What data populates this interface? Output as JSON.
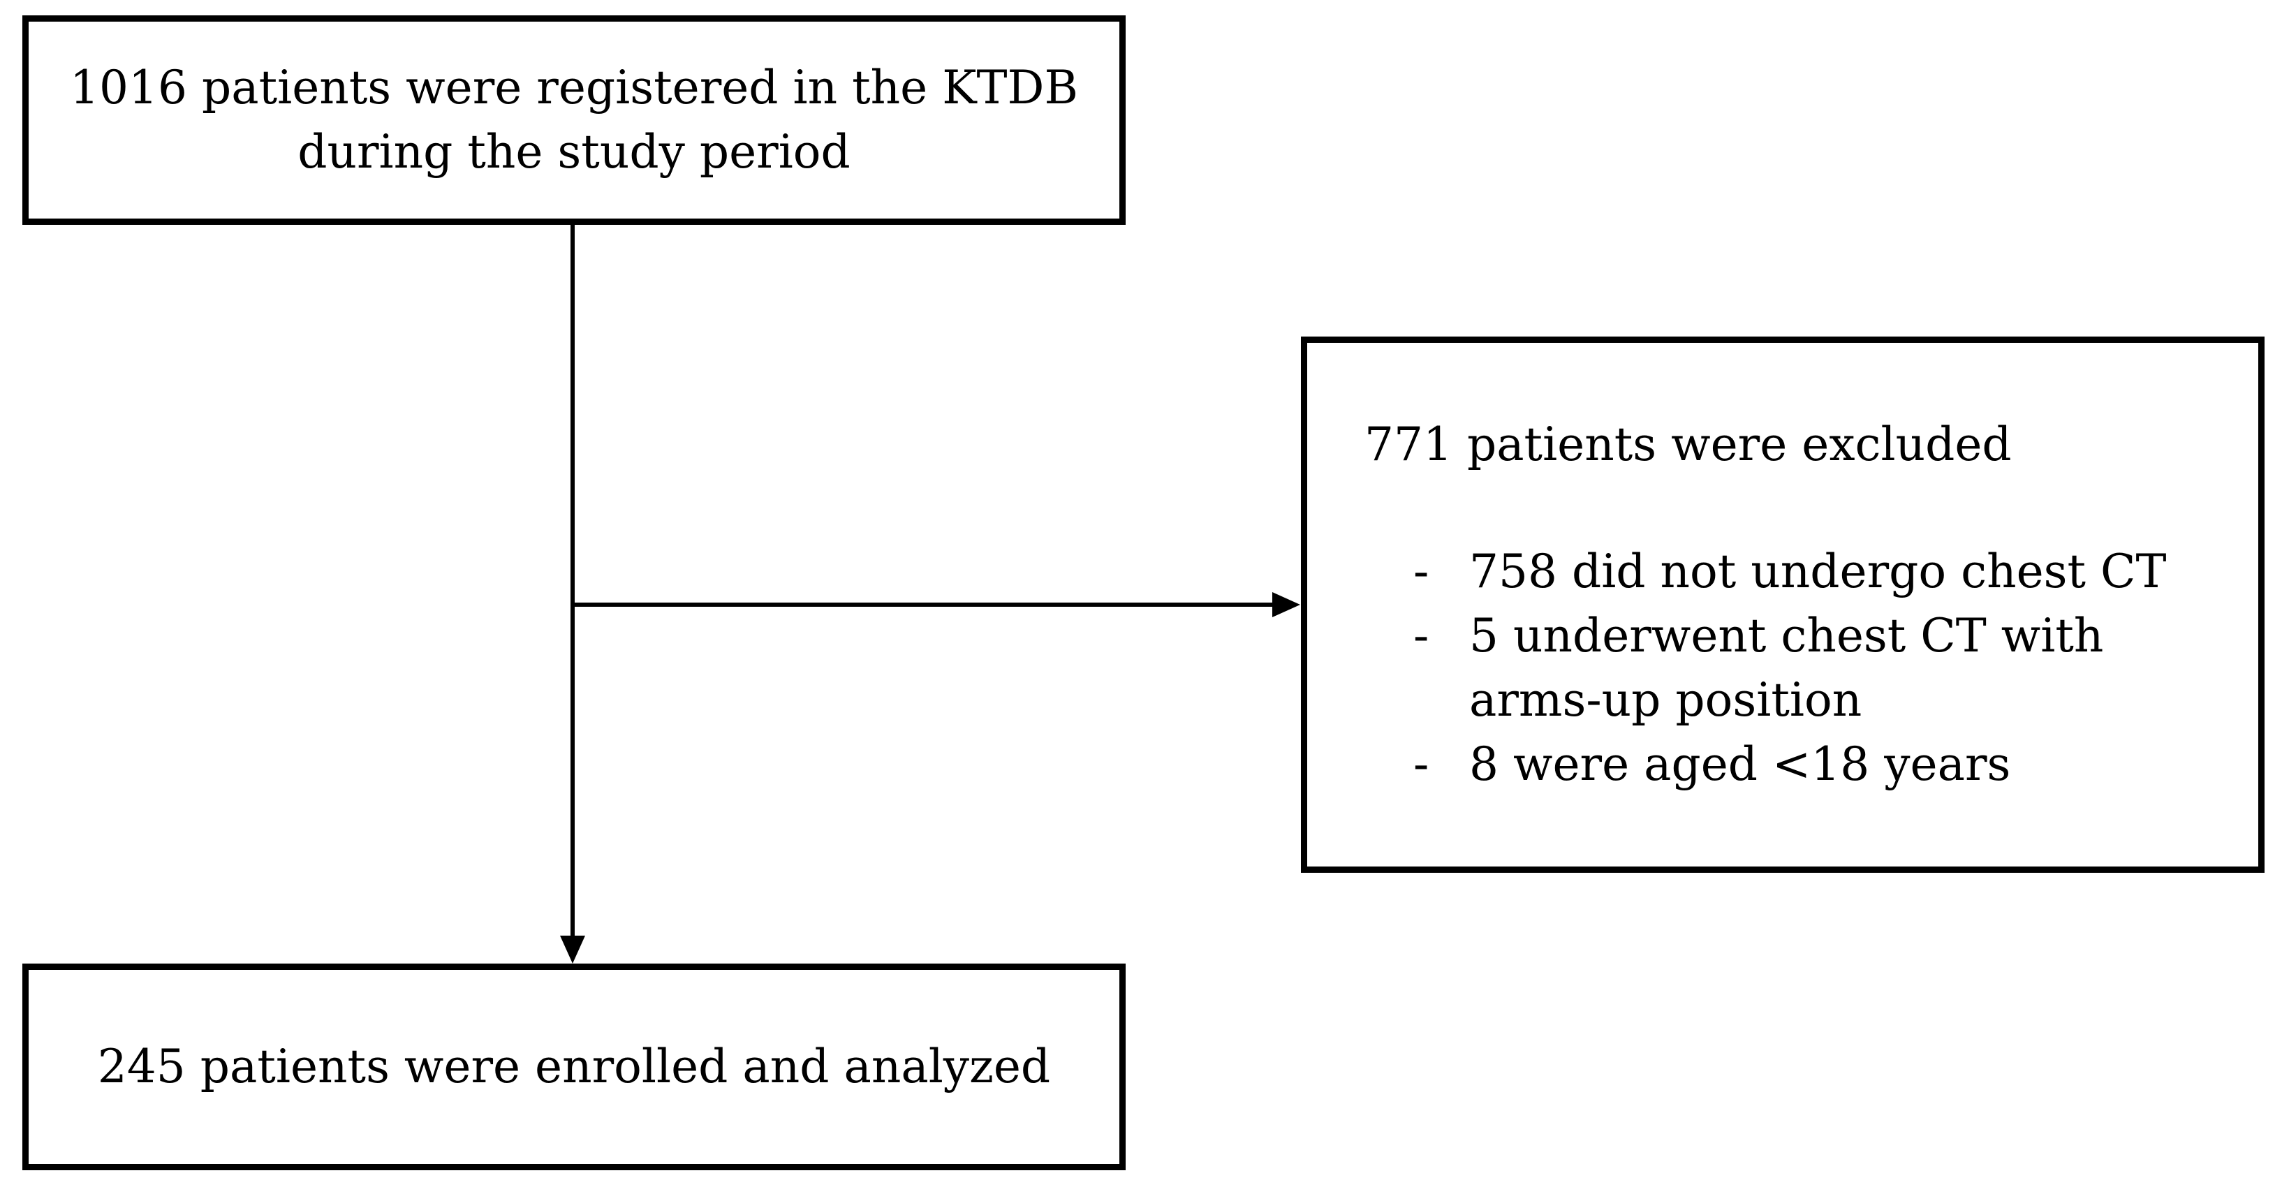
{
  "diagram": {
    "top_box": {
      "text": "1016 patients were registered in the KTDB during the study period"
    },
    "excluded_box": {
      "title": "771 patients were excluded",
      "items": [
        {
          "dash": "-",
          "text": "758 did not undergo chest CT"
        },
        {
          "dash": "-",
          "text": "5 underwent chest CT with arms-up position"
        },
        {
          "dash": "-",
          "text": "8 were aged <18 years"
        }
      ]
    },
    "bottom_box": {
      "text": "245 patients were enrolled and analyzed"
    },
    "colors": {
      "line": "#000000",
      "box_border": "#000000",
      "background": "#ffffff"
    }
  }
}
